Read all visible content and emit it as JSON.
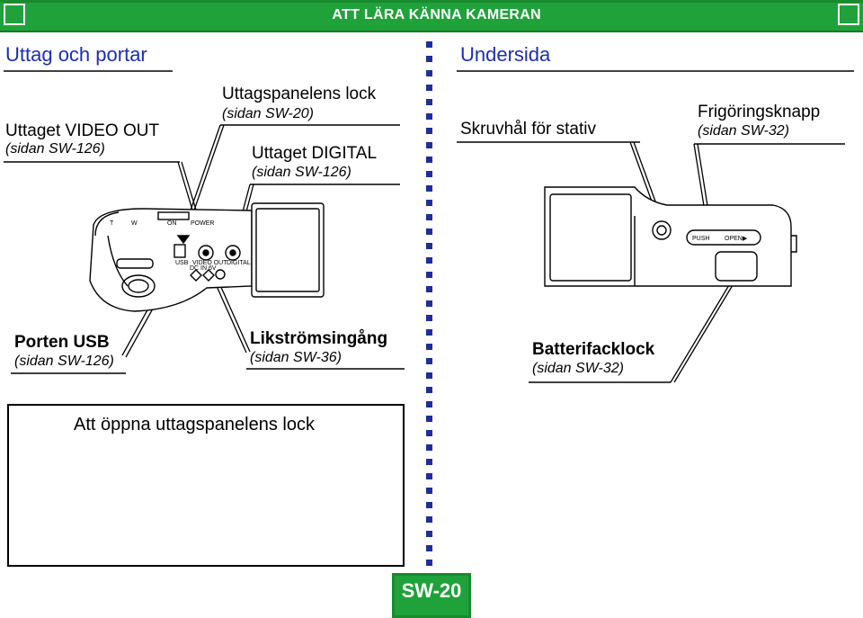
{
  "header": {
    "title": "ATT LÄRA KÄNNA KAMERAN",
    "bar_color": "#1fa23a"
  },
  "left": {
    "section_title": "Uttag och portar",
    "video_out": {
      "label": "Uttaget VIDEO OUT",
      "ref": "(sidan SW-126)"
    },
    "panel_lock": {
      "label": "Uttagspanelens lock",
      "ref": "(sidan SW-20)"
    },
    "digital": {
      "label": "Uttaget DIGITAL",
      "ref": "(sidan SW-126)"
    },
    "usb": {
      "label": "Porten USB",
      "ref": "(sidan SW-126)"
    },
    "dc_in": {
      "label": "Likströmsingång",
      "ref": "(sidan SW-36)"
    },
    "camera_marks": {
      "usb": "USB",
      "video_out": "VIDEO OUT",
      "digital": "DIGITAL",
      "dc_in": "DC IN 6V",
      "power": "POWER",
      "on": "ON",
      "w": "W",
      "t": "T"
    },
    "open_panel_title": "Att öppna uttagspanelens lock"
  },
  "right": {
    "section_title": "Undersida",
    "tripod": {
      "label": "Skruvhål för stativ"
    },
    "release": {
      "label": "Frigöringsknapp",
      "ref": "(sidan SW-32)"
    },
    "battery_lock": {
      "label": "Batterifacklock",
      "ref": "(sidan SW-32)"
    },
    "bottom_marks": {
      "push": "PUSH",
      "open": "OPEN▶"
    }
  },
  "footer": {
    "page_number": "SW-20"
  },
  "colors": {
    "section_title": "#1b2fb4",
    "divider": "#1e2e9e",
    "accent_green": "#1fa23a"
  }
}
